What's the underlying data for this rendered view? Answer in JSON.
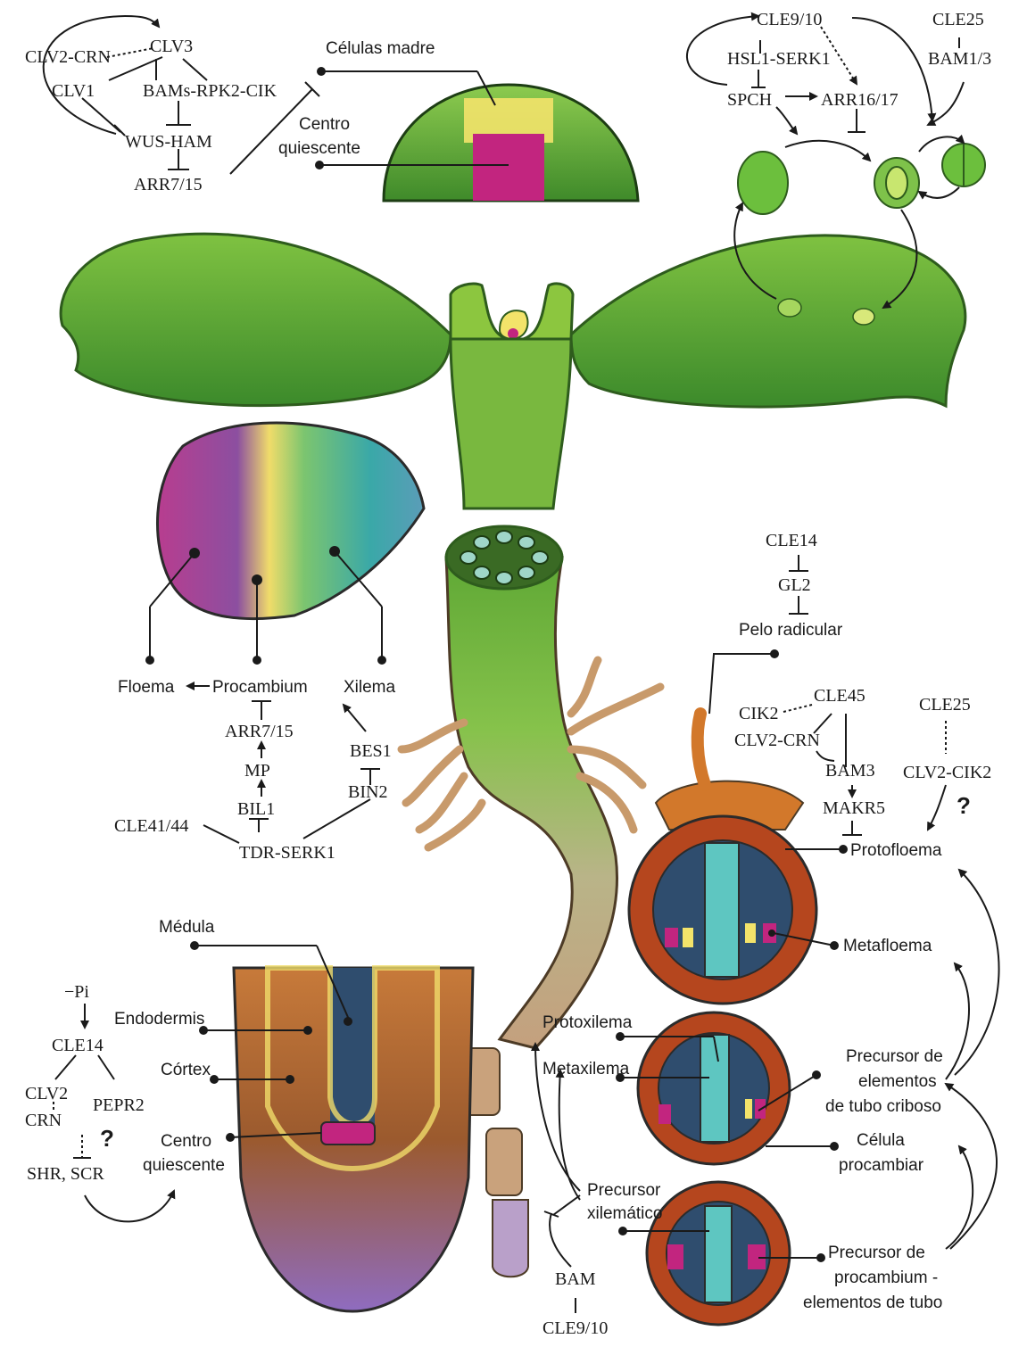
{
  "palette": {
    "leaf_dark": "#3f8a2a",
    "leaf_light": "#8cc63f",
    "stem": "#6fb23a",
    "root": "#c9a27c",
    "stem_cell": "#f3e36a",
    "quiescent": "#c2257f",
    "xylem": "#5ec6c1",
    "phloem": "#c2257f",
    "cortex": "#b5461e",
    "epidermis_root": "#8a67b8"
  },
  "shoot_meristem": {
    "circuit": {
      "clv2_crn": "CLV2-CRN",
      "clv3": "CLV3",
      "clv1": "CLV1",
      "bams": "BAMs-RPK2-CIK",
      "wus": "WUS-HAM",
      "arr": "ARR7/15"
    },
    "label_stem_cells": "Células madre",
    "label_qc_1": "Centro",
    "label_qc_2": "quiescente"
  },
  "stomata": {
    "cle910": "CLE9/10",
    "hsl1": "HSL1-SERK1",
    "spch": "SPCH",
    "arr1617": "ARR16/17",
    "cle25": "CLE25",
    "bam13": "BAM1/3"
  },
  "vascular": {
    "floema": "Floema",
    "procambium": "Procambium",
    "xilema": "Xilema",
    "arr": "ARR7/15",
    "mp": "MP",
    "bil1": "BIL1",
    "bes1": "BES1",
    "bin2": "BIN2",
    "cle4144": "CLE41/44",
    "tdr": "TDR-SERK1"
  },
  "root_hair": {
    "cle14": "CLE14",
    "gl2": "GL2",
    "pelo": "Pelo radicular"
  },
  "protophloem": {
    "cik2": "CIK2",
    "cle45": "CLE45",
    "clv2crn": "CLV2-CRN",
    "bam3": "BAM3",
    "makr5": "MAKR5",
    "protofloema": "Protofloema",
    "cle25": "CLE25",
    "clv2cik2": "CLV2-CIK2",
    "question": "?"
  },
  "root_section_labels": {
    "metafloema": "Metafloema",
    "protoxilema": "Protoxilema",
    "metaxilema": "Metaxilema",
    "precursor_sieve_1": "Precursor de",
    "precursor_sieve_2": "elementos",
    "precursor_sieve_3": "de tubo criboso",
    "procambial_1": "Célula",
    "procambial_2": "procambiar",
    "xylem_precursor_1": "Precursor",
    "xylem_precursor_2": "xilemático",
    "procamb_prec_1": "Precursor de",
    "procamb_prec_2": "procambium -",
    "procamb_prec_3": "elementos de tubo",
    "bam": "BAM",
    "cle910": "CLE9/10"
  },
  "root_meristem": {
    "medula": "Médula",
    "endodermis": "Endodermis",
    "cortex": "Córtex",
    "qc_1": "Centro",
    "qc_2": "quiescente",
    "pi": "−Pi",
    "cle14": "CLE14",
    "clv2": "CLV2",
    "crn": "CRN",
    "pepr2": "PEPR2",
    "question": "?",
    "shr": "SHR, SCR"
  }
}
